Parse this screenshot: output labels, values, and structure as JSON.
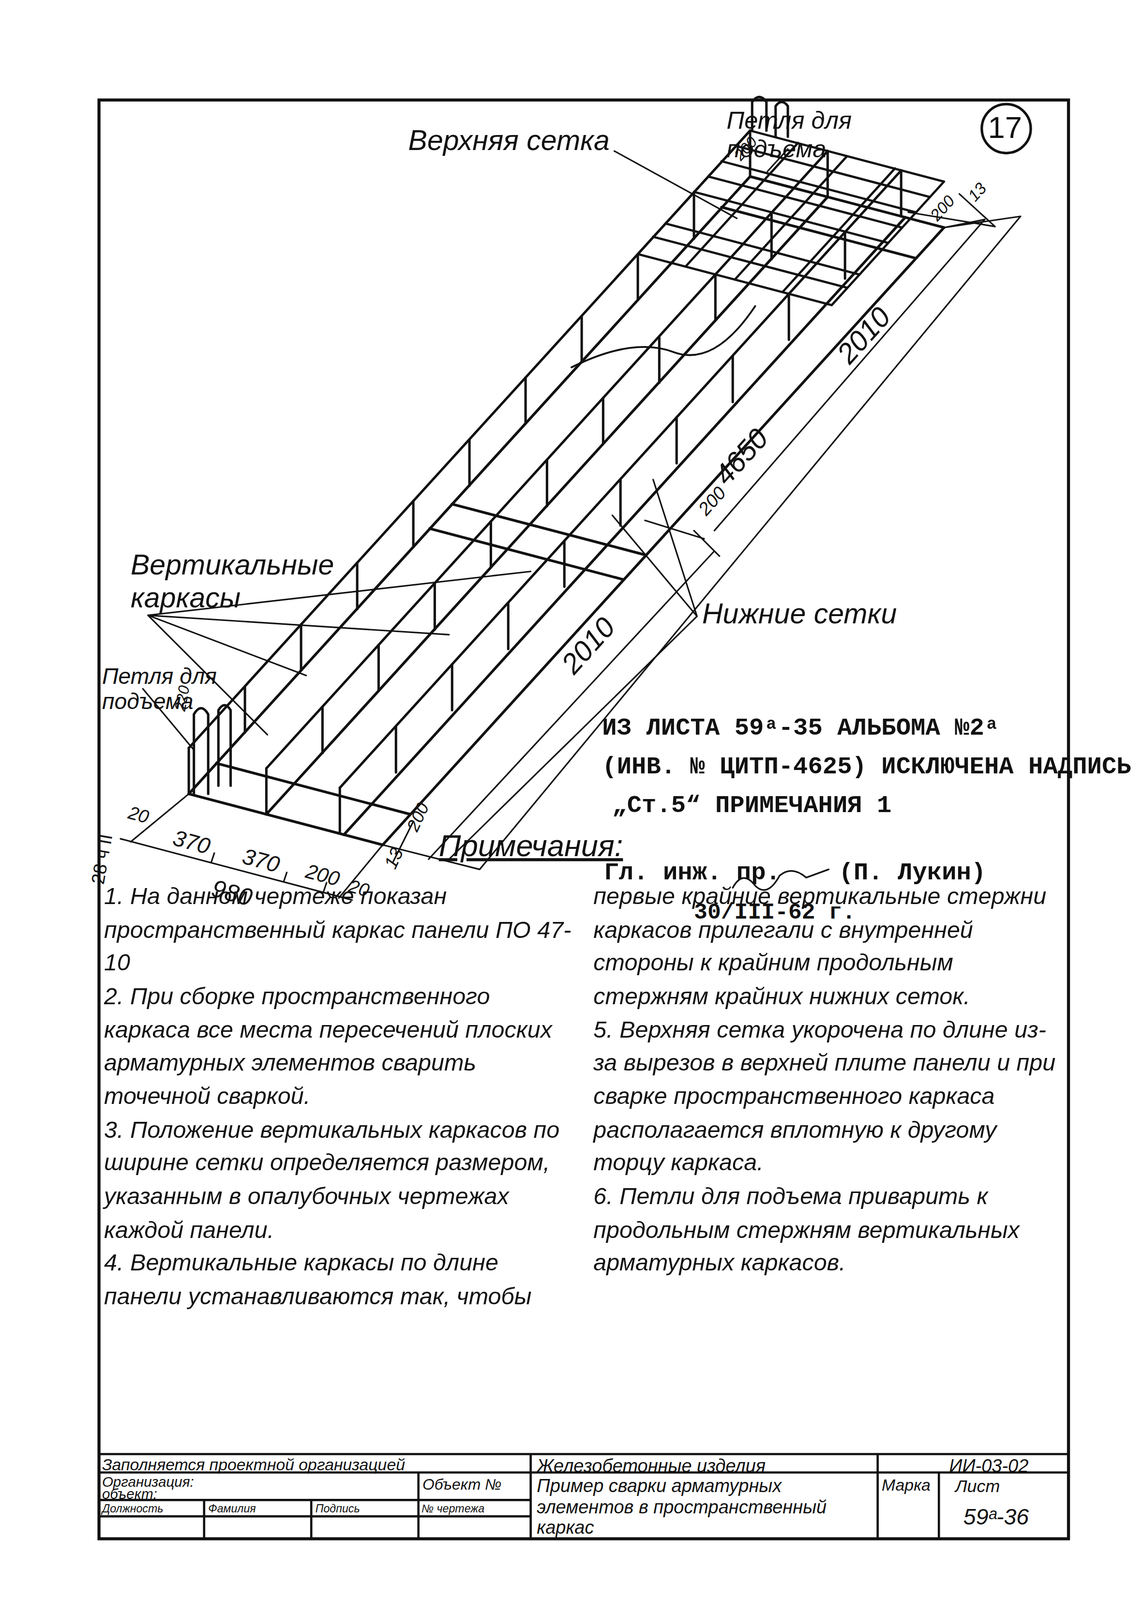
{
  "diagram": {
    "labels": [
      "17",
      "Верхняя сетка",
      "Петля для подъема",
      "200",
      "200",
      "13",
      "2010",
      "4650",
      "200",
      "Вертикальные каркасы",
      "Нижние сетки",
      "2010",
      "Петля для подъема",
      "220",
      "20",
      "370",
      "370",
      "200",
      "20",
      "13",
      "200",
      "980",
      "28 ч II",
      "ИЗ ЛИСТА 59ᵃ-35 АЛЬБОМА №2ᵃ",
      "(ИНВ. № ЦИТП-4625) ИСКЛЮЧЕНА НАДПИСЬ",
      "„Ст.5“ ПРИМЕЧАНИЯ 1",
      "Гл. инж. пр.",
      "(П. Лукин)",
      "30/III-62 г.",
      "Примечания:",
      "1. На данном чертеже показан пространственный каркас панели ПО 47-10",
      "2. При сборке пространственного каркаса все места пересечений плоских арматурных элементов сварить точечной сваркой.",
      "3. Положение вертикальных каркасов по ширине сетки определяется размером, указанным в опалубочных чертежах каждой панели.",
      "4. Вертикальные каркасы по длине панели устанавливаются так, чтобы первые крайние вертикальные стержни каркасов прилегали с внутренней стороны к крайним продольным стержням крайних нижних сеток.",
      "5. Верхняя сетка укорочена по длине из-за вырезов в верхней плите панели и при сварке пространственного каркаса располагается вплотную к другому торцу каркаса.",
      "6. Петли для подъема приварить к продольным стержням вертикальных арматурных каркасов.",
      "Заполняется проектной организацией",
      "Железобетонные изделия",
      "ИИ-03-02",
      "Организация:",
      "объект:",
      "Объект №",
      "Пример сварки арматурных элементов в пространственный каркас",
      "Марка",
      "Лист",
      "Должность",
      "Фамилия",
      "Подпись",
      "№ чертежа",
      "59ᵃ-36"
    ]
  }
}
